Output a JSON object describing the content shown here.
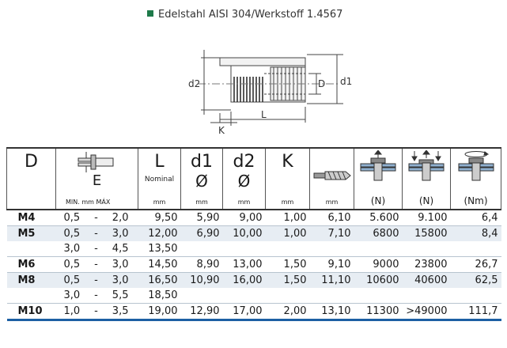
{
  "title": "Edelstahl AISI 304/Werkstoff 1.4567",
  "title_marker_color": "#1e7a4a",
  "accent_color": "#1c5fa3",
  "diagram": {
    "label_d2": "d2",
    "label_d": "D",
    "label_d1": "d1",
    "label_k": "K",
    "label_l": "L"
  },
  "table": {
    "headers": {
      "d": "D",
      "e": "E",
      "e_min": "MIN.",
      "e_mm": "mm",
      "e_max": "MÁX",
      "l": "L",
      "l_sub": "Nominal",
      "l_unit": "mm",
      "d1": "d1",
      "d1_sym": "Ø",
      "d1_unit": "mm",
      "d2": "d2",
      "d2_sym": "Ø",
      "d2_unit": "mm",
      "k": "K",
      "k_unit": "mm",
      "drill_unit": "mm",
      "force1_unit": "(N)",
      "force2_unit": "(N)",
      "torque_unit": "(Nm)"
    },
    "rows": [
      {
        "d": "M4",
        "e_min": "0,5",
        "dash": "-",
        "e_max": "2,0",
        "l": "9,50",
        "d1": "5,90",
        "d2": "9,00",
        "k": "1,00",
        "drill": "6,10",
        "f1": "5.600",
        "f2": "9.100",
        "t": "6,4",
        "shade": false,
        "sep": false
      },
      {
        "d": "M5",
        "e_min": "0,5",
        "dash": "-",
        "e_max": "3,0",
        "l": "12,00",
        "d1": "6,90",
        "d2": "10,00",
        "k": "1,00",
        "drill": "7,10",
        "f1": "6800",
        "f2": "15800",
        "t": "8,4",
        "shade": true,
        "sep": true
      },
      {
        "d": "",
        "e_min": "3,0",
        "dash": "-",
        "e_max": "4,5",
        "l": "13,50",
        "d1": "",
        "d2": "",
        "k": "",
        "drill": "",
        "f1": "",
        "f2": "",
        "t": "",
        "shade": false,
        "sep": false
      },
      {
        "d": "M6",
        "e_min": "0,5",
        "dash": "-",
        "e_max": "3,0",
        "l": "14,50",
        "d1": "8,90",
        "d2": "13,00",
        "k": "1,50",
        "drill": "9,10",
        "f1": "9000",
        "f2": "23800",
        "t": "26,7",
        "shade": false,
        "sep": true
      },
      {
        "d": "M8",
        "e_min": "0,5",
        "dash": "-",
        "e_max": "3,0",
        "l": "16,50",
        "d1": "10,90",
        "d2": "16,00",
        "k": "1,50",
        "drill": "11,10",
        "f1": "10600",
        "f2": "40600",
        "t": "62,5",
        "shade": true,
        "sep": true
      },
      {
        "d": "",
        "e_min": "3,0",
        "dash": "-",
        "e_max": "5,5",
        "l": "18,50",
        "d1": "",
        "d2": "",
        "k": "",
        "drill": "",
        "f1": "",
        "f2": "",
        "t": "",
        "shade": false,
        "sep": false
      },
      {
        "d": "M10",
        "e_min": "1,0",
        "dash": "-",
        "e_max": "3,5",
        "l": "19,00",
        "d1": "12,90",
        "d2": "17,00",
        "k": "2,00",
        "drill": "13,10",
        "f1": "11300",
        "f2": ">49000",
        "t": "111,7",
        "shade": false,
        "sep": true
      }
    ]
  }
}
